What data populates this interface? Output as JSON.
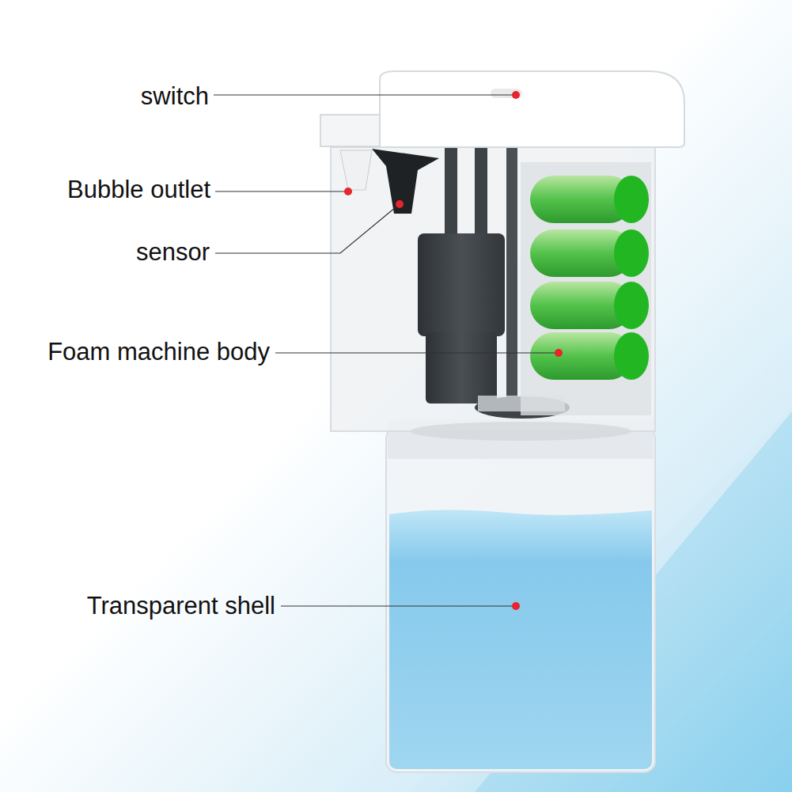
{
  "diagram": {
    "labels": [
      "switch",
      "Bubble outlet",
      "sensor",
      "Foam machine body",
      "Transparent shell"
    ]
  }
}
